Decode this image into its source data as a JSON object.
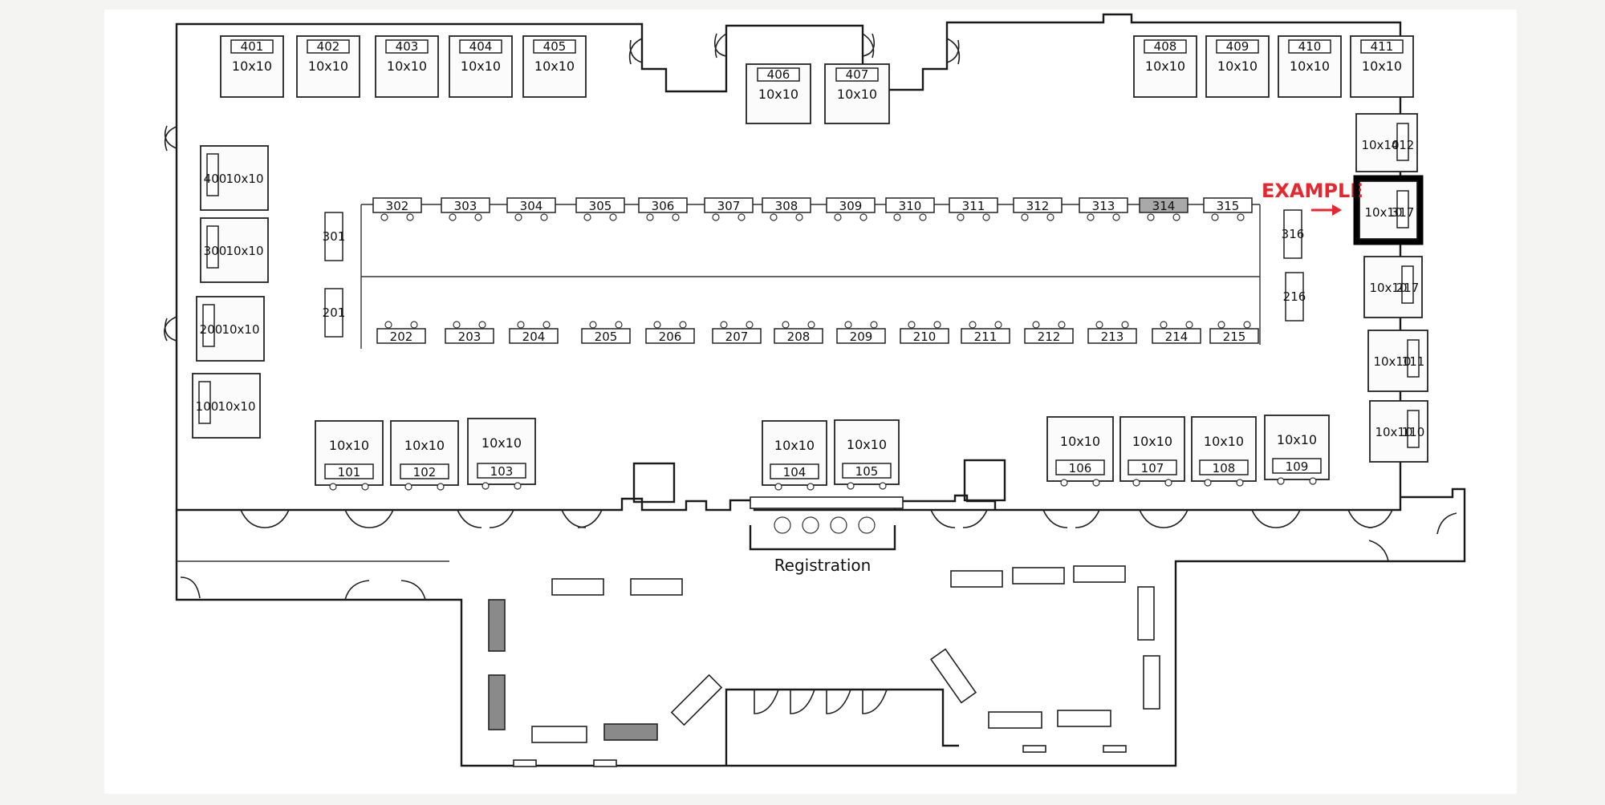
{
  "floorplan": {
    "annotation": {
      "label": "EXAMPLE",
      "color": "#e8262d"
    },
    "registration_label": "Registration",
    "booths_10x10": [
      {
        "id": "401",
        "size": "10x10"
      },
      {
        "id": "402",
        "size": "10x10"
      },
      {
        "id": "403",
        "size": "10x10"
      },
      {
        "id": "404",
        "size": "10x10"
      },
      {
        "id": "405",
        "size": "10x10"
      },
      {
        "id": "406",
        "size": "10x10"
      },
      {
        "id": "407",
        "size": "10x10"
      },
      {
        "id": "408",
        "size": "10x10"
      },
      {
        "id": "409",
        "size": "10x10"
      },
      {
        "id": "410",
        "size": "10x10"
      },
      {
        "id": "411",
        "size": "10x10"
      },
      {
        "id": "412",
        "size": "10x10"
      },
      {
        "id": "317",
        "size": "10x10",
        "highlighted": true
      },
      {
        "id": "217",
        "size": "10x10"
      },
      {
        "id": "111",
        "size": "10x10"
      },
      {
        "id": "110",
        "size": "10x10"
      },
      {
        "id": "400",
        "size": "10x10"
      },
      {
        "id": "300",
        "size": "10x10"
      },
      {
        "id": "200",
        "size": "10x10"
      },
      {
        "id": "100",
        "size": "10x10"
      },
      {
        "id": "101",
        "size": "10x10"
      },
      {
        "id": "102",
        "size": "10x10"
      },
      {
        "id": "103",
        "size": "10x10"
      },
      {
        "id": "104",
        "size": "10x10"
      },
      {
        "id": "105",
        "size": "10x10"
      },
      {
        "id": "106",
        "size": "10x10"
      },
      {
        "id": "107",
        "size": "10x10"
      },
      {
        "id": "108",
        "size": "10x10"
      },
      {
        "id": "109",
        "size": "10x10"
      }
    ],
    "tables_row_300": [
      {
        "id": "301"
      },
      {
        "id": "302"
      },
      {
        "id": "303"
      },
      {
        "id": "304"
      },
      {
        "id": "305"
      },
      {
        "id": "306"
      },
      {
        "id": "307"
      },
      {
        "id": "308"
      },
      {
        "id": "309"
      },
      {
        "id": "310"
      },
      {
        "id": "311"
      },
      {
        "id": "312"
      },
      {
        "id": "313"
      },
      {
        "id": "314",
        "shaded": true
      },
      {
        "id": "315"
      },
      {
        "id": "316"
      }
    ],
    "tables_row_200": [
      {
        "id": "201"
      },
      {
        "id": "202"
      },
      {
        "id": "203"
      },
      {
        "id": "204"
      },
      {
        "id": "205"
      },
      {
        "id": "206"
      },
      {
        "id": "207"
      },
      {
        "id": "208"
      },
      {
        "id": "209"
      },
      {
        "id": "210"
      },
      {
        "id": "211"
      },
      {
        "id": "212"
      },
      {
        "id": "213"
      },
      {
        "id": "214"
      },
      {
        "id": "215"
      },
      {
        "id": "216"
      }
    ]
  }
}
